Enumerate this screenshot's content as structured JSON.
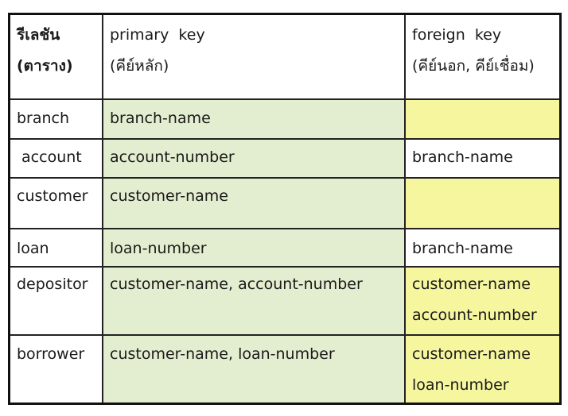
{
  "header": {
    "relation": [
      "รีเลชัน",
      "(ตาราง)"
    ],
    "primary_key": [
      "primary  key",
      "(คีย์หลัก)"
    ],
    "foreign_key": [
      "foreign  key",
      "(คีย์นอก, คีย์เชื่อม)"
    ]
  },
  "rows": [
    {
      "relation": "branch",
      "primary_key": "branch-name",
      "foreign_key": [
        "",
        ""
      ]
    },
    {
      "relation": " account",
      "primary_key": "account-number",
      "foreign_key": [
        "branch-name",
        ""
      ]
    },
    {
      "relation": "customer",
      "primary_key": "customer-name",
      "foreign_key": [
        "",
        ""
      ]
    },
    {
      "relation": "loan",
      "primary_key": "loan-number",
      "foreign_key": [
        "branch-name",
        ""
      ]
    },
    {
      "relation": "depositor",
      "primary_key": "customer-name, account-number",
      "foreign_key": [
        "customer-name",
        "account-number"
      ]
    },
    {
      "relation": "borrower",
      "primary_key": "customer-name, loan-number",
      "foreign_key": [
        "customer-name",
        "loan-number"
      ]
    }
  ],
  "colors": {
    "primary_key_fill": "#e3edcf",
    "foreign_key_fill": "#f5f69e",
    "border": "#111111"
  }
}
